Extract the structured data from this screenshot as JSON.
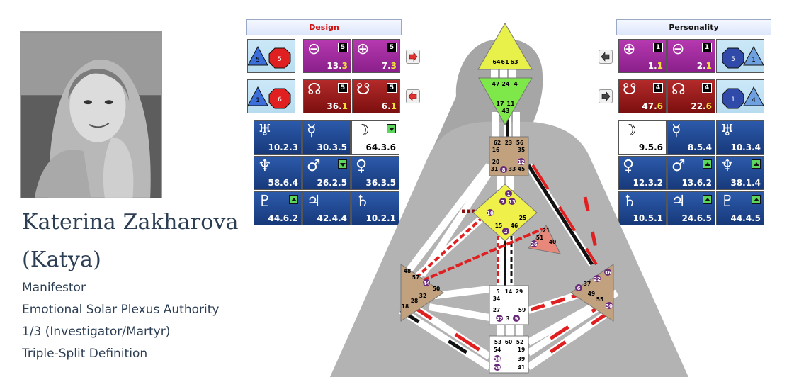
{
  "profile": {
    "name_line1": "Katerina Zakharova",
    "name_line2": "(Katya)",
    "type": "Manifestor",
    "authority": "Emotional Solar Plexus Authority",
    "profile": "1/3 (Investigator/Martyr)",
    "definition": "Triple-Split Definition"
  },
  "design": {
    "header": "Design",
    "rows": [
      [
        {
          "glyph": "⊖",
          "badge": "5",
          "val": "13.",
          "line": "3",
          "color": "mag"
        },
        {
          "glyph": "⊕",
          "badge": "5",
          "val": "7.",
          "line": "3",
          "color": "mag"
        }
      ],
      [
        {
          "glyph": "☊",
          "badge": "5",
          "val": "36.",
          "line": "1",
          "color": "red"
        },
        {
          "glyph": "☋",
          "badge": "5",
          "val": "6.",
          "line": "1",
          "color": "red"
        }
      ]
    ],
    "nodes": [
      {
        "left": "5",
        "right": "5"
      },
      {
        "left": "1",
        "right": "6"
      }
    ],
    "planets": [
      {
        "glyph": "♅",
        "val": "10.2.3",
        "color": "blue"
      },
      {
        "glyph": "☿",
        "val": "30.3.5",
        "color": "blue"
      },
      {
        "glyph": "☽",
        "val": "64.3.6",
        "color": "white",
        "mark": "down"
      },
      {
        "glyph": "♆",
        "val": "58.6.4",
        "color": "blue"
      },
      {
        "glyph": "♂",
        "val": "26.2.5",
        "color": "blue",
        "mark": "down"
      },
      {
        "glyph": "♀",
        "val": "36.3.5",
        "color": "blue"
      },
      {
        "glyph": "♇",
        "val": "44.6.2",
        "color": "blue",
        "mark": "up"
      },
      {
        "glyph": "♃",
        "val": "42.4.4",
        "color": "blue"
      },
      {
        "glyph": "♄",
        "val": "10.2.1",
        "color": "blue"
      }
    ]
  },
  "personality": {
    "header": "Personality",
    "rows": [
      [
        {
          "glyph": "⊕",
          "badge": "1",
          "val": "1.",
          "line": "1",
          "color": "mag"
        },
        {
          "glyph": "⊖",
          "badge": "1",
          "val": "2.",
          "line": "1",
          "color": "mag"
        }
      ],
      [
        {
          "glyph": "☋",
          "badge": "4",
          "val": "47.",
          "line": "6",
          "color": "red"
        },
        {
          "glyph": "☊",
          "badge": "4",
          "val": "22.",
          "line": "6",
          "color": "red"
        }
      ]
    ],
    "nodes": [
      {
        "left": "5",
        "right": "1"
      },
      {
        "left": "1",
        "right": "4"
      }
    ],
    "planets": [
      {
        "glyph": "☽",
        "val": "9.5.6",
        "color": "white"
      },
      {
        "glyph": "☿",
        "val": "8.5.4",
        "color": "blue"
      },
      {
        "glyph": "♅",
        "val": "10.3.4",
        "color": "blue"
      },
      {
        "glyph": "♀",
        "val": "12.3.2",
        "color": "blue"
      },
      {
        "glyph": "♂",
        "val": "13.6.2",
        "color": "blue",
        "mark": "up"
      },
      {
        "glyph": "♆",
        "val": "38.1.4",
        "color": "blue",
        "mark": "up"
      },
      {
        "glyph": "♄",
        "val": "10.5.1",
        "color": "blue"
      },
      {
        "glyph": "♃",
        "val": "24.6.5",
        "color": "blue",
        "mark": "up"
      },
      {
        "glyph": "♇",
        "val": "44.4.5",
        "color": "blue",
        "mark": "up"
      }
    ]
  },
  "bodygraph": {
    "centers": {
      "head": [
        "64",
        "61",
        "63"
      ],
      "ajna": [
        "47",
        "24",
        "4",
        "17",
        "11",
        "43"
      ],
      "throat": [
        "62",
        "23",
        "56",
        "16",
        "35",
        "20",
        "31",
        "8",
        "33",
        "45",
        "12"
      ],
      "g": [
        "1",
        "13",
        "7",
        "10",
        "25",
        "15",
        "2",
        "46"
      ],
      "heart": [
        "21",
        "51",
        "26",
        "40"
      ],
      "spleen": [
        "48",
        "57",
        "44",
        "50",
        "32",
        "28",
        "18"
      ],
      "solar": [
        "36",
        "22",
        "37",
        "6",
        "49",
        "55",
        "30"
      ],
      "sacral": [
        "5",
        "14",
        "29",
        "34",
        "27",
        "59",
        "42",
        "3",
        "9"
      ],
      "root": [
        "53",
        "60",
        "52",
        "54",
        "19",
        "38",
        "39",
        "58",
        "41"
      ]
    },
    "colors": {
      "design": "#e02020",
      "personality": "#111111",
      "defined_center": "#c2a27e",
      "head": "#e8f04a",
      "ajna": "#7ee84a",
      "g": "#f0f04a",
      "heart": "#e8887a"
    }
  }
}
